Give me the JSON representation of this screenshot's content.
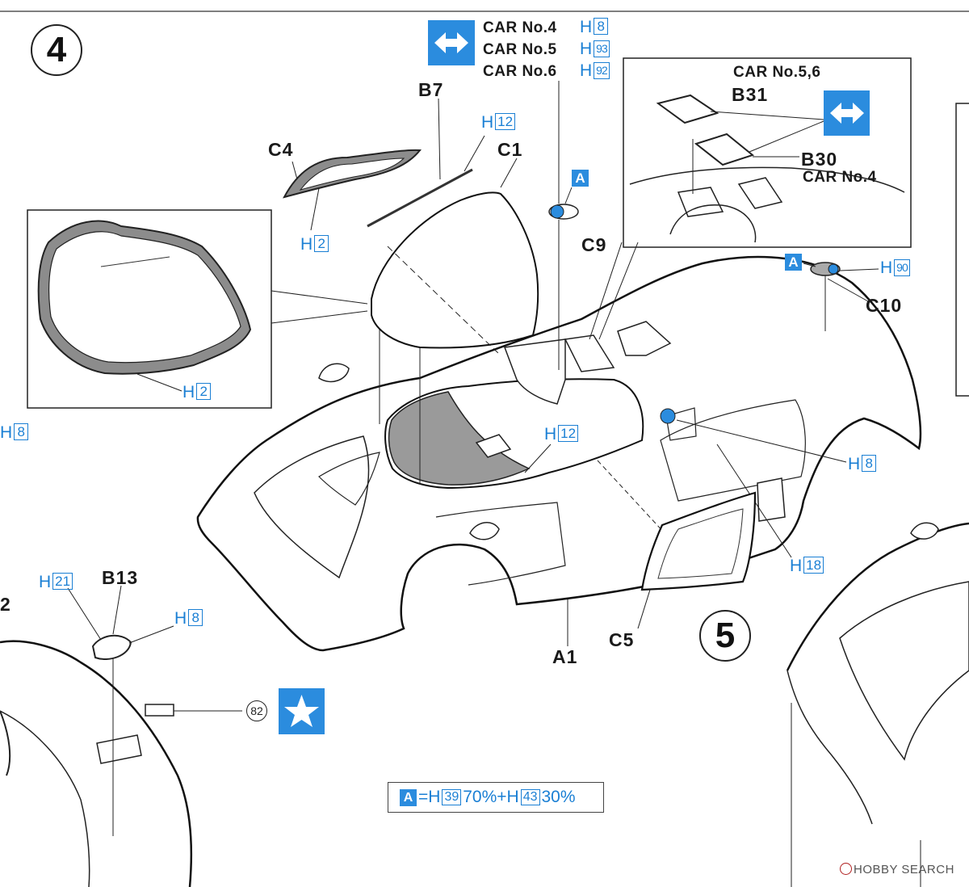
{
  "steps": [
    "4",
    "5"
  ],
  "car_variants": [
    {
      "label": "CAR No.4",
      "paint_prefix": "H",
      "paint_code": "8"
    },
    {
      "label": "CAR No.5",
      "paint_prefix": "H",
      "paint_code": "93"
    },
    {
      "label": "CAR No.6",
      "paint_prefix": "H",
      "paint_code": "92"
    }
  ],
  "inset_right": {
    "header": "CAR No.5,6",
    "part_top": "B31",
    "part_bottom": "B30",
    "part_bottom_car": "CAR No.4"
  },
  "parts": {
    "b7": "B7",
    "c4": "C4",
    "c1": "C1",
    "c9": "C9",
    "c10": "C10",
    "a1": "A1",
    "c5": "C5",
    "b13": "B13",
    "ref_82": "82",
    "edge_left_2": "2"
  },
  "colors": {
    "h12_top": {
      "prefix": "H",
      "code": "12"
    },
    "h2_c4": {
      "prefix": "H",
      "code": "2"
    },
    "h2_inset": {
      "prefix": "H",
      "code": "2"
    },
    "h8_edge": {
      "prefix": "H",
      "code": "8"
    },
    "h90": {
      "prefix": "H",
      "code": "90"
    },
    "h12_cockpit": {
      "prefix": "H",
      "code": "12"
    },
    "h8_mirror": {
      "prefix": "H",
      "code": "8"
    },
    "h18": {
      "prefix": "H",
      "code": "18"
    },
    "h21": {
      "prefix": "H",
      "code": "21"
    },
    "h8_b13": {
      "prefix": "H",
      "code": "8"
    }
  },
  "color_a_tag": "A",
  "mix": {
    "tag": "A",
    "equals": "=",
    "plus": "+",
    "prefix": "H",
    "code1": "39",
    "pct1": "70%",
    "code2": "43",
    "pct2": "30%"
  },
  "watermark": "HOBBY SEARCH",
  "accent": "#2b8cde",
  "paint_text_color": "#1a7fd4",
  "shade_color": "#9a9a9a"
}
